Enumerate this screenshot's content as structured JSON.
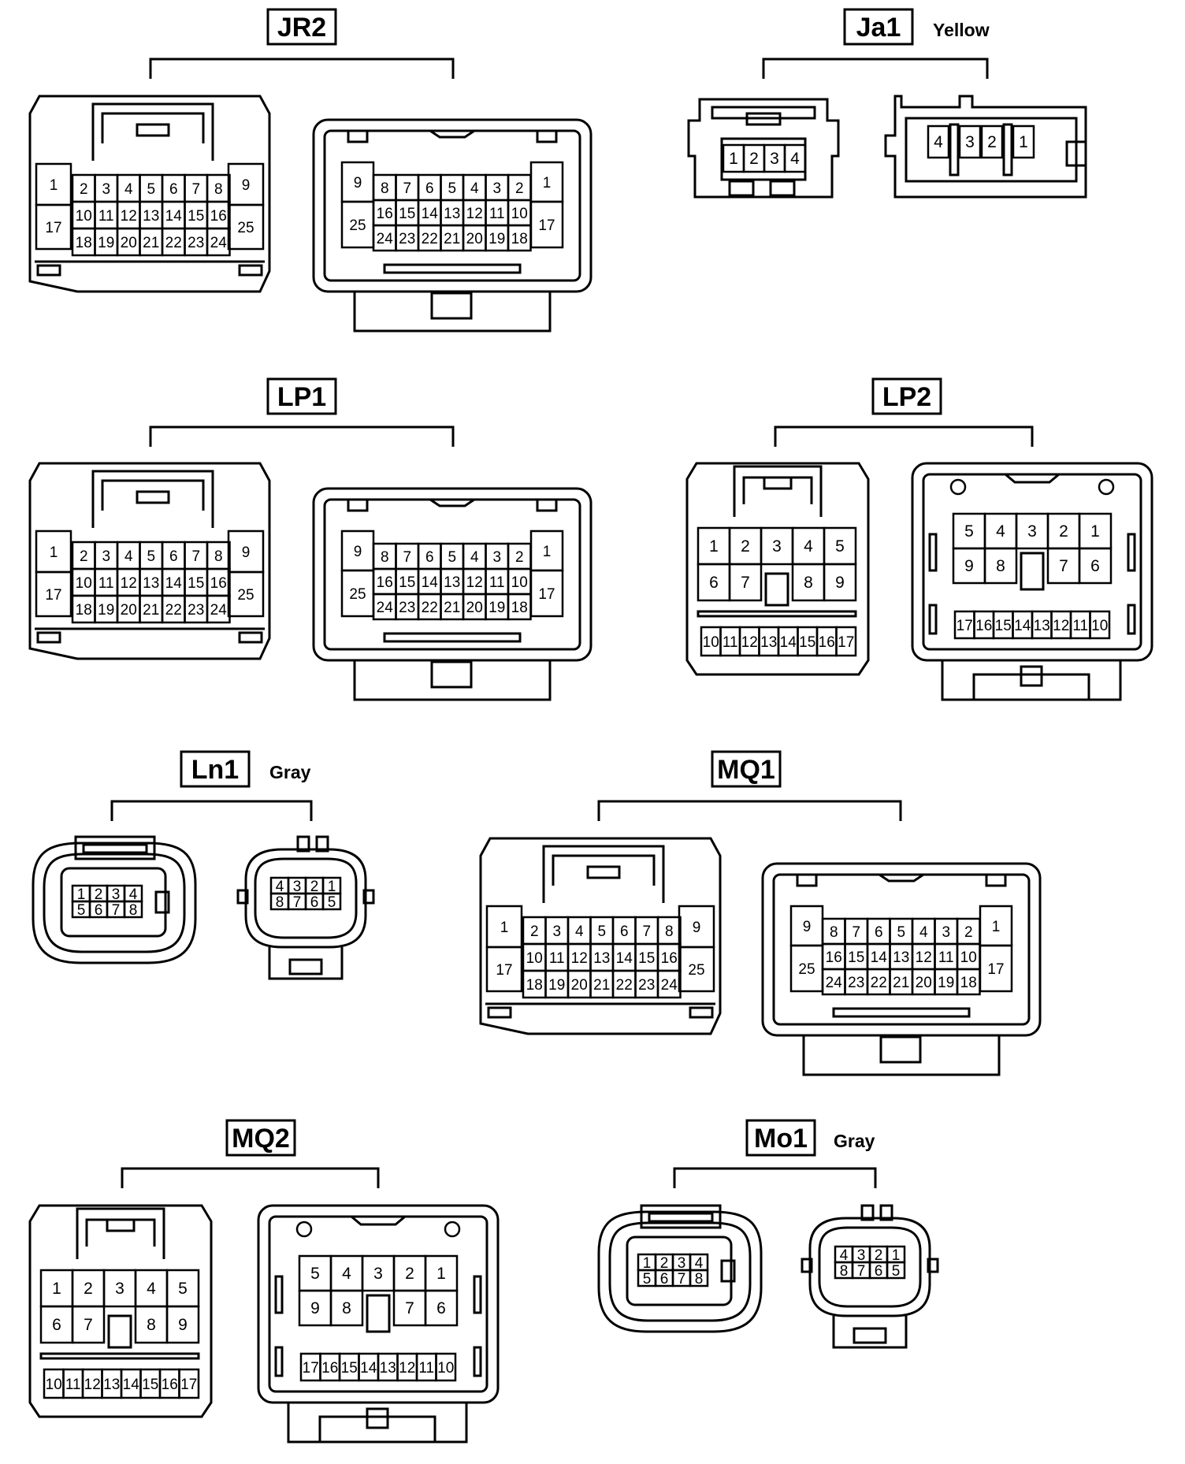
{
  "connectors": {
    "JR2": {
      "label": "JR2",
      "color": "",
      "pins": [
        "1",
        "2",
        "3",
        "4",
        "5",
        "6",
        "7",
        "8",
        "9",
        "10",
        "11",
        "12",
        "13",
        "14",
        "15",
        "16",
        "17",
        "18",
        "19",
        "20",
        "21",
        "22",
        "23",
        "24",
        "25"
      ]
    },
    "Ja1": {
      "label": "Ja1",
      "color": "Yellow",
      "pins": [
        "1",
        "2",
        "3",
        "4"
      ]
    },
    "LP1": {
      "label": "LP1",
      "color": "",
      "pins": [
        "1",
        "2",
        "3",
        "4",
        "5",
        "6",
        "7",
        "8",
        "9",
        "10",
        "11",
        "12",
        "13",
        "14",
        "15",
        "16",
        "17",
        "18",
        "19",
        "20",
        "21",
        "22",
        "23",
        "24",
        "25"
      ]
    },
    "LP2": {
      "label": "LP2",
      "color": "",
      "pins": [
        "1",
        "2",
        "3",
        "4",
        "5",
        "6",
        "7",
        "8",
        "9",
        "10",
        "11",
        "12",
        "13",
        "14",
        "15",
        "16",
        "17"
      ]
    },
    "Ln1": {
      "label": "Ln1",
      "color": "Gray",
      "pins": [
        "1",
        "2",
        "3",
        "4",
        "5",
        "6",
        "7",
        "8"
      ]
    },
    "MQ1": {
      "label": "MQ1",
      "color": "",
      "pins": [
        "1",
        "2",
        "3",
        "4",
        "5",
        "6",
        "7",
        "8",
        "9",
        "10",
        "11",
        "12",
        "13",
        "14",
        "15",
        "16",
        "17",
        "18",
        "19",
        "20",
        "21",
        "22",
        "23",
        "24",
        "25"
      ]
    },
    "MQ2": {
      "label": "MQ2",
      "color": "",
      "pins": [
        "1",
        "2",
        "3",
        "4",
        "5",
        "6",
        "7",
        "8",
        "9",
        "10",
        "11",
        "12",
        "13",
        "14",
        "15",
        "16",
        "17"
      ]
    },
    "Mo1": {
      "label": "Mo1",
      "color": "Gray",
      "pins": [
        "1",
        "2",
        "3",
        "4",
        "5",
        "6",
        "7",
        "8"
      ]
    }
  }
}
